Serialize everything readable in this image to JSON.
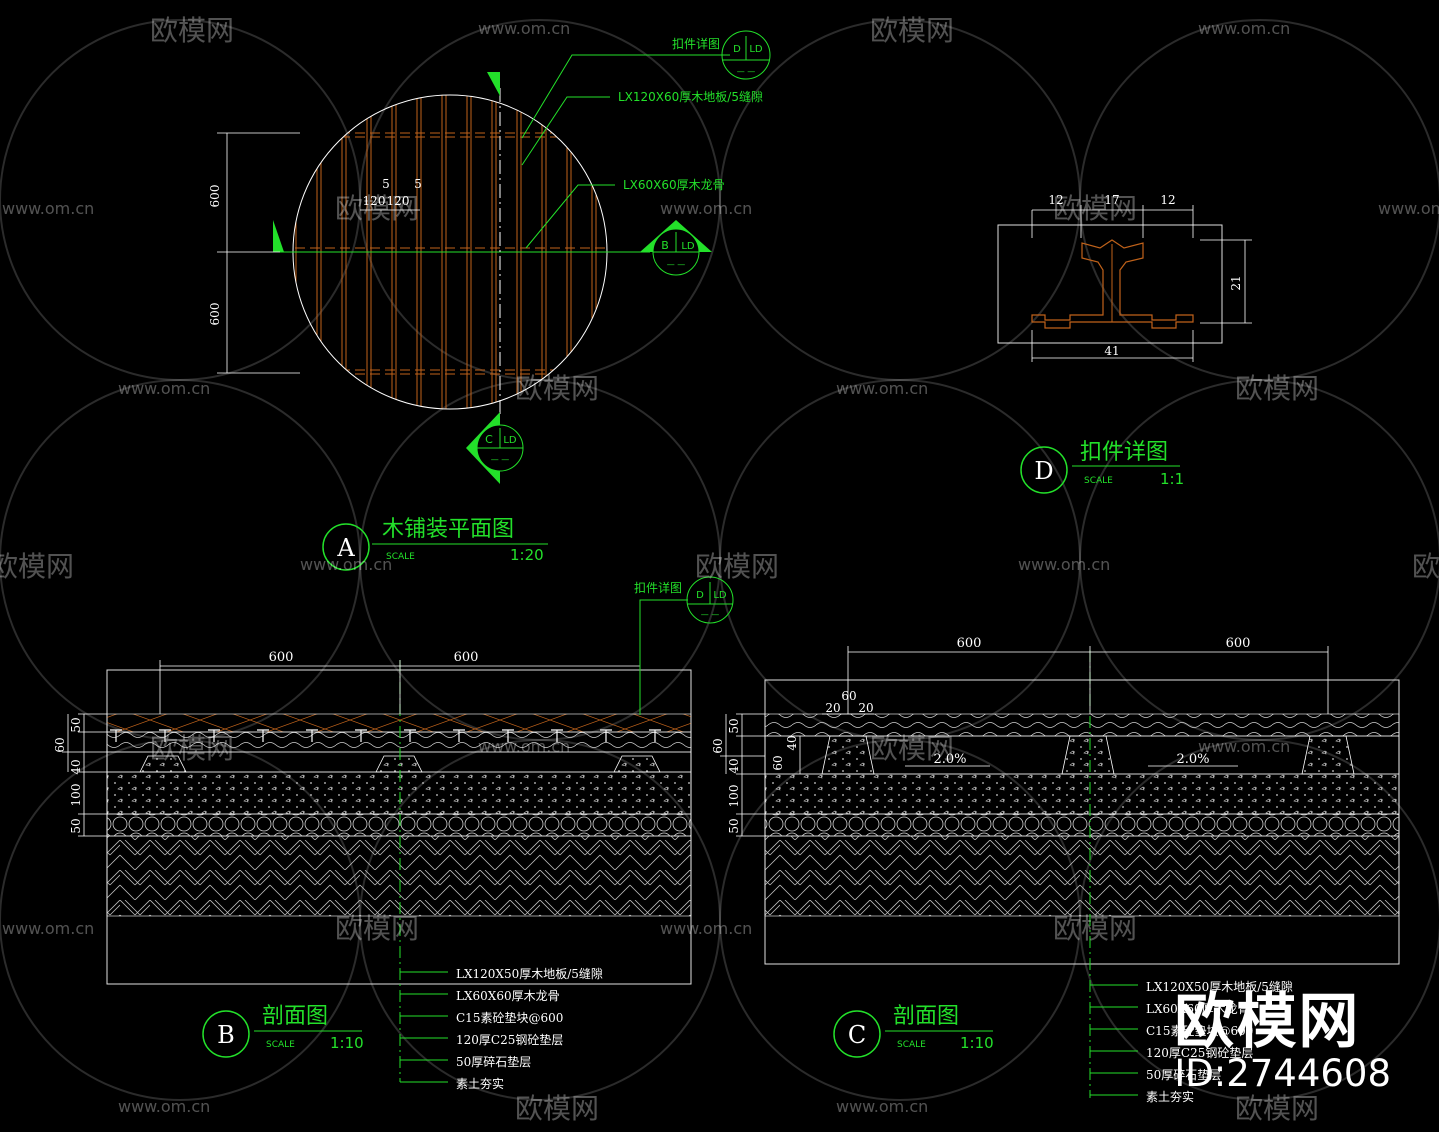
{
  "watermark": {
    "site": "www.om.cn",
    "logo": "欧模网"
  },
  "brand": {
    "name": "欧模网",
    "id": "ID:2744608"
  },
  "plan": {
    "title": "木铺装平面图",
    "marker": "A",
    "scale_label": "SCALE",
    "scale": "1:20",
    "dims": {
      "left_top": "600",
      "left_bottom": "600",
      "board": "120",
      "gap": "5"
    },
    "callouts": {
      "detail": "扣件详图",
      "board": "LX120X60厚木地板/5缝隙",
      "joist": "LX60X60厚木龙骨"
    },
    "symbols": {
      "d": "D",
      "b": "B",
      "c": "C",
      "ld": "LD",
      "dash": "— —"
    }
  },
  "detail": {
    "title": "扣件详图",
    "marker": "D",
    "scale_label": "SCALE",
    "scale": "1:1",
    "dims": {
      "a": "12",
      "b": "17",
      "c": "12",
      "height": "21",
      "width": "41"
    }
  },
  "section_b": {
    "title": "剖面图",
    "marker": "B",
    "scale_label": "SCALE",
    "scale": "1:10",
    "dims": {
      "top1": "600",
      "top2": "600",
      "d50": "50",
      "d60": "60",
      "d40": "40",
      "d100": "100",
      "d50b": "50"
    },
    "callout": "扣件详图",
    "layers": [
      "LX120X50厚木地板/5缝隙",
      "LX60X60厚木龙骨",
      "C15素砼垫块@600",
      "120厚C25钢砼垫层",
      "50厚碎石垫层",
      "素土夯实"
    ]
  },
  "section_c": {
    "title": "剖面图",
    "marker": "C",
    "scale_label": "SCALE",
    "scale": "1:10",
    "dims": {
      "top1": "600",
      "top2": "600",
      "a60": "60",
      "a20l": "20",
      "a20r": "20",
      "d50": "50",
      "d60": "60",
      "d40": "40",
      "d60b": "60",
      "d40b": "40",
      "d100": "100",
      "d50b": "50"
    },
    "slope1": "2.0%",
    "slope2": "2.0%",
    "layers": [
      "LX120X50厚木地板/5缝隙",
      "LX60X60厚木龙骨",
      "C15素砼垫块@600",
      "120厚C25钢砼垫层",
      "50厚碎石垫层",
      "素土夯实"
    ]
  },
  "colors": {
    "line": "#23e02a",
    "boards": "#c0621a",
    "text": "#ffffff",
    "hatch": "#d9d9d9",
    "border": "#e0e0e0"
  }
}
